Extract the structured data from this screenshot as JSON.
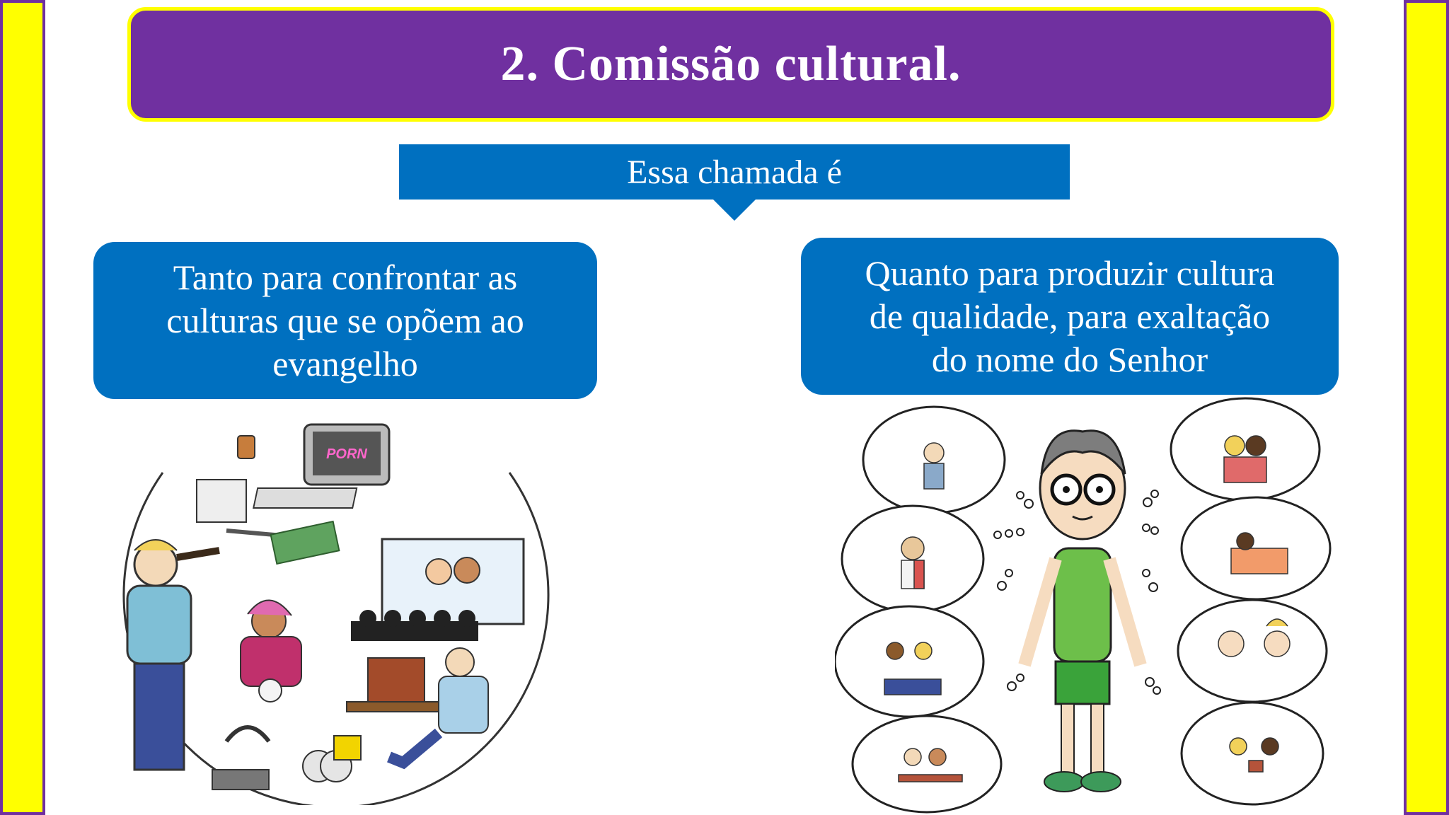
{
  "slide": {
    "title": "2. Comissão cultural.",
    "callout": "Essa chamada é",
    "left_box": {
      "lines": [
        "Tanto para confrontar as",
        "culturas que se opõem ao",
        "evangelho"
      ]
    },
    "right_box": {
      "lines": [
        "Quanto para produzir cultura",
        "de qualidade, para exaltação",
        "do nome do Senhor"
      ]
    },
    "left_illustration": {
      "screen_label": "PORN"
    }
  },
  "colors": {
    "frame_yellow": "#ffff00",
    "title_purple": "#7030a0",
    "box_blue": "#0070c0"
  }
}
